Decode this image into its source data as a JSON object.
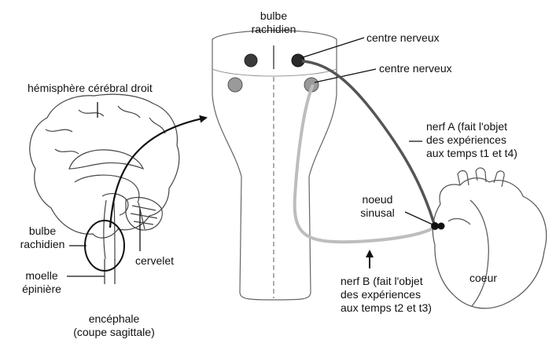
{
  "labels": {
    "hemisphere": "hémisphère cérébral droit",
    "bulbe_left": [
      "bulbe",
      "rachidien"
    ],
    "moelle": [
      "moelle",
      "épinière"
    ],
    "cervelet": "cervelet",
    "encephale": [
      "encéphale",
      "(coupe sagittale)"
    ],
    "bulbe_top": [
      "bulbe",
      "rachidien"
    ],
    "centre1": "centre nerveux",
    "centre2": "centre nerveux",
    "nerfA": [
      "nerf A (fait l'objet",
      "des expériences",
      "aux temps t1 et t4)"
    ],
    "noeud": [
      "noeud",
      "sinusal"
    ],
    "nerfB": [
      "nerf B (fait l'objet",
      "des expériences",
      "aux temps t2 et t3)"
    ],
    "coeur": "coeur"
  },
  "colors": {
    "ink": "#111111",
    "nerve_A": "#555555",
    "nerve_B": "#bdbdbd",
    "centre_dark": "#3a3a3a",
    "centre_light": "#9a9a9a"
  }
}
